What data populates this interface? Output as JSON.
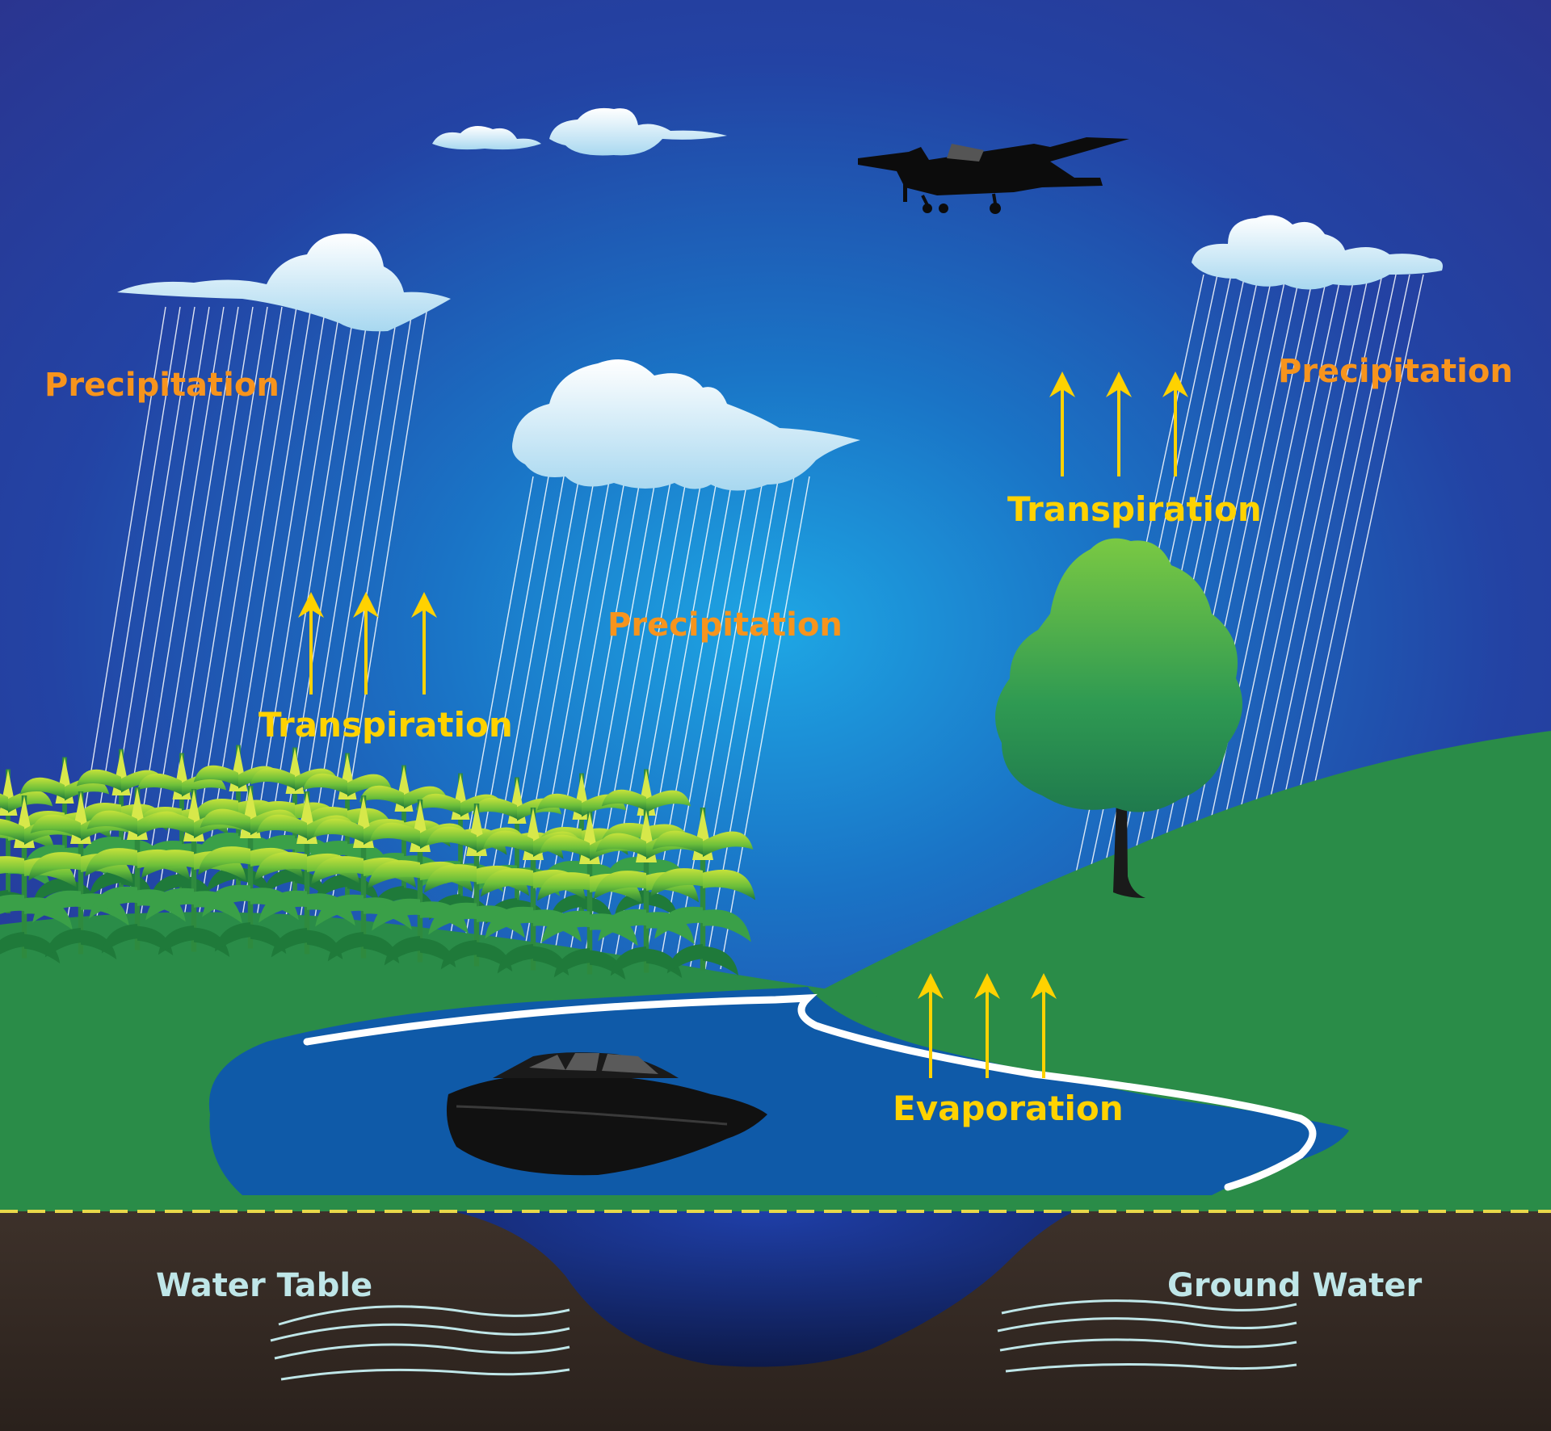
{
  "labels": {
    "precipitation_left": "Precipitation",
    "precipitation_center": "Precipitation",
    "precipitation_right": "Precipitation",
    "transpiration_left": "Transpiration",
    "transpiration_right": "Transpiration",
    "evaporation": "Evaporation",
    "water_table": "Water Table",
    "ground_water": "Ground Water"
  },
  "colors": {
    "sky_top": "#2a3590",
    "sky_glow": "#1e9ee0",
    "grass": "#2a8c48",
    "lake": "#0f5aa8",
    "soil": "#3b2f29",
    "precipitation_text": "#f7941d",
    "transpiration_text": "#ffd200",
    "arrow": "#ffd200",
    "groundwater_text": "#bfe6e8",
    "water_table_line": "#e8d84a"
  },
  "icons": {
    "airplane": "airplane-icon",
    "boat": "boat-icon",
    "tree": "tree-icon",
    "corn": "corn-icon",
    "cloud": "cloud-icon",
    "rain": "rain-streaks",
    "arrow": "arrow-up-icon"
  }
}
